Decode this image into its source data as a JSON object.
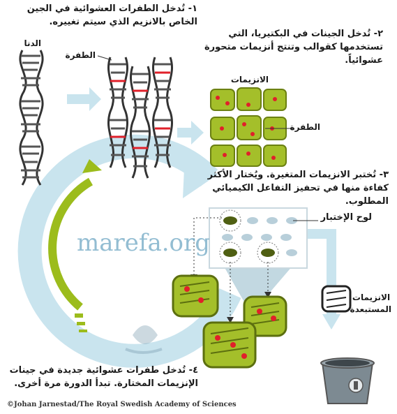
{
  "steps": {
    "s1": "١- تُدخل الطفرات العشوائية في الجين الخاص بالانزيم الذي سيتم تغييره.",
    "s2": "٢- تُدخل الجينات في البكتيريا، التي تستخدمها كقوالب وتنتج أنزيمات متحورة عشوائياً.",
    "s3": "٣- تُختبر الانزيمات المتغيرة. ويُختار الأكثر كفاءة منها في تحفيز التفاعل الكيميائي المطلوب.",
    "s4": "٤- تُدخل طفرات عشوائية جديدة في جينات الإنزيمات المختارة. تبدأ الدورة مرة أخرى."
  },
  "labels": {
    "dna": "الدنا",
    "mutation_top": "الطفرة",
    "enzymes": "الانزيمات",
    "mutation_enzymes": "الطفرة",
    "test_plate": "لوح الإختبار",
    "excluded": "الانزيمات المستبعدة"
  },
  "watermark": "marefa.org",
  "credit": "©Johan Jarnestad/The Royal Swedish Academy of Sciences",
  "colors": {
    "cycle": "#c9e4ee",
    "arrow_green": "#9cbc1c",
    "enzyme": "#a4bf2a",
    "mutation": "#e0202a",
    "dna": "#333333",
    "plate_dot": "#b8cfda",
    "selected_dot": "#4f5f12"
  }
}
